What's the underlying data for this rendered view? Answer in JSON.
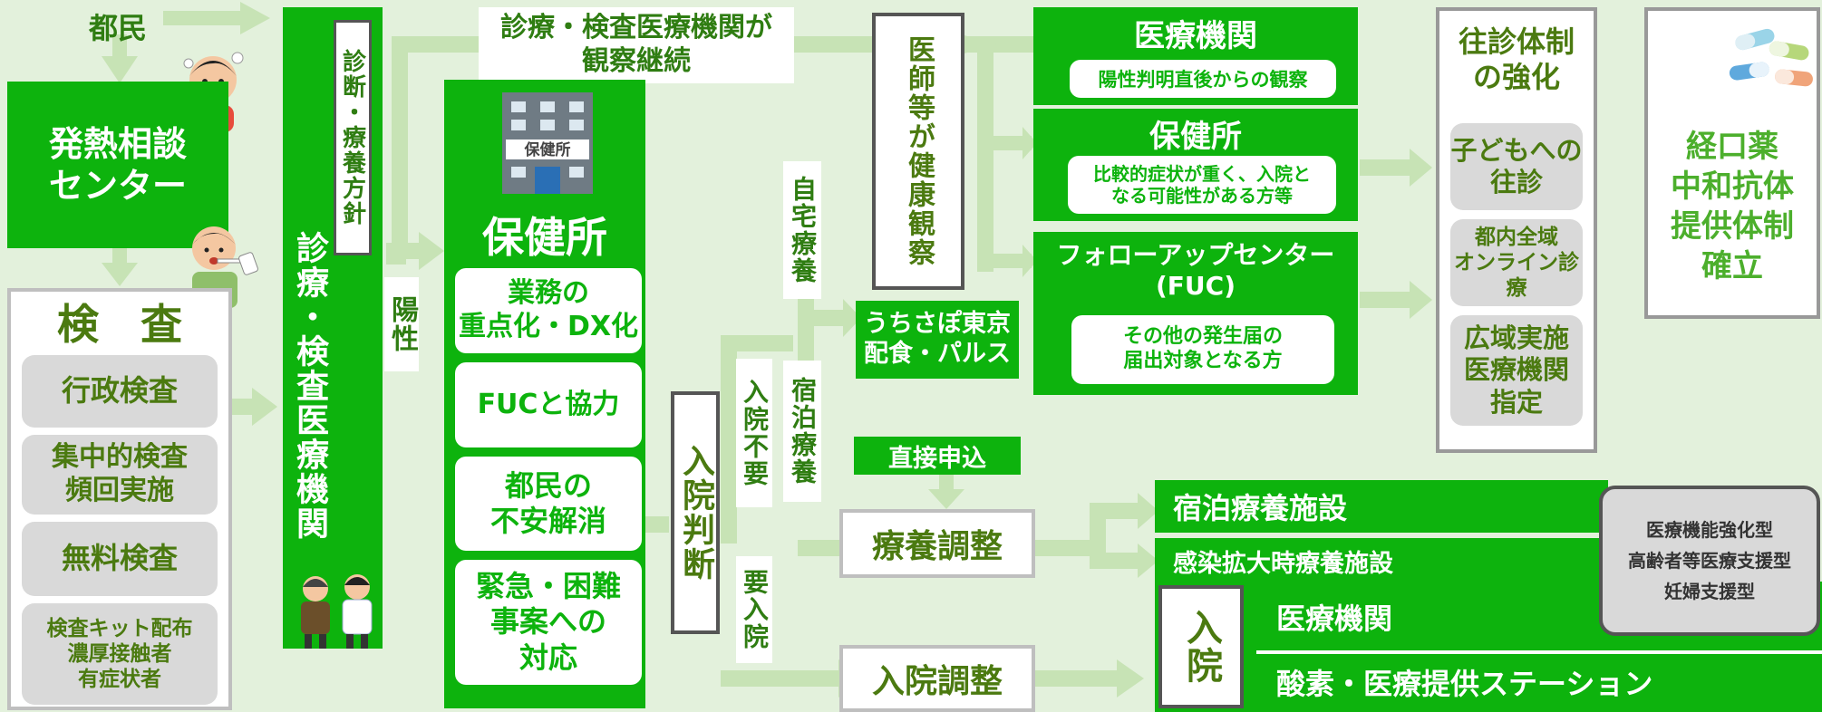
{
  "citizen": "都民",
  "fever_center": "発熱相談\nセンター",
  "testing": {
    "title": "検　査",
    "items": [
      "行政検査",
      "集中的検査\n頻回実施",
      "無料検査",
      "検査キット配布\n濃厚接触者\n有症状者"
    ]
  },
  "diag_policy": "診断・療養方針",
  "clinic": "診療・検査医療機関",
  "positive": "陽性",
  "observe_banner": "診療・検査医療機関が\n観察継続",
  "hokenjo": {
    "building_sign": "保健所",
    "title": "保健所",
    "items": [
      "業務の\n重点化・DX化",
      "FUCと協力",
      "都民の\n不安解消",
      "緊急・困難\n事案への\n対応"
    ]
  },
  "admission_judgment": "入院判断",
  "no_admission": "入院不要",
  "needs_admission": "要入院",
  "home_care": "自宅療養",
  "hotel_care": "宿泊療養",
  "doctors_monitor": "医師等が健康観察",
  "uchisapo": "うちさぽ東京\n配食・パルス",
  "direct_apply": "直接申込",
  "care_adjust": "療養調整",
  "admit_adjust": "入院調整",
  "monitor_boxes": [
    {
      "title": "医療機関",
      "sub": "陽性判明直後からの観察"
    },
    {
      "title": "保健所",
      "sub": "比較的症状が重く、入院と\nなる可能性がある方等"
    },
    {
      "title": "フォローアップセンター\n(FUC)",
      "sub": "その他の発生届の\n届出対象となる方"
    }
  ],
  "facilities": {
    "hotel": "宿泊療養施設",
    "expansion": "感染拡大時療養施設",
    "admission_label": "入院",
    "hospital": "医療機関",
    "oxygen": "酸素・医療提供ステーション"
  },
  "facility_types": "医療機能強化型\n高齢者等医療支援型\n妊婦支援型",
  "home_visit": {
    "title": "往診体制\nの強化",
    "items": [
      "子どもへの\n往診",
      "都内全域\nオンライン診療",
      "広域実施\n医療機関\n指定"
    ]
  },
  "oral_drug": "経口薬\n中和抗体\n提供体制\n確立",
  "colors": {
    "green": "#0db30d",
    "olive": "#4b7a10",
    "arrow": "#c7e3b5",
    "bg": "#e3f1dc"
  },
  "icons": [
    "sick-person-icon",
    "self-test-person-icon",
    "doctor-patient-icon",
    "health-center-building-icon",
    "capsules-icon"
  ]
}
